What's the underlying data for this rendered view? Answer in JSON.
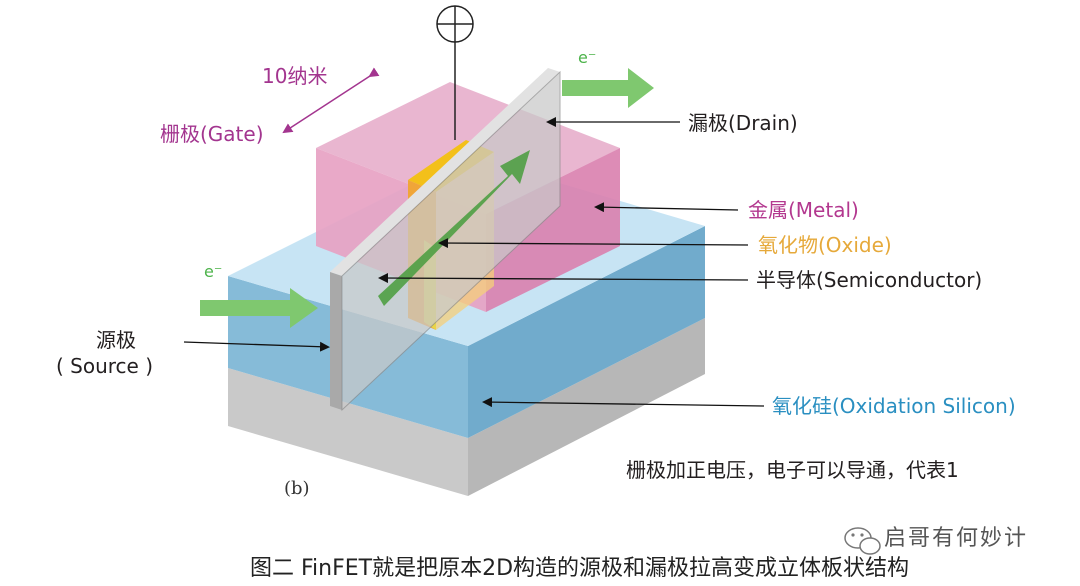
{
  "labels": {
    "gate_length": "10纳米",
    "gate": "栅极(Gate)",
    "drain": "漏极(Drain)",
    "electron_top": "e⁻",
    "electron_left": "e⁻",
    "metal": "金属(Metal)",
    "oxide": "氧化物(Oxide)",
    "semiconductor": "半导体(Semiconductor)",
    "source_cn": "源极",
    "source_en": "( Source )",
    "silicon_oxide": "氧化硅(Oxidation Silicon)",
    "figure_tag": "(b)",
    "note": "栅极加正电压，电子可以导通，代表1"
  },
  "watermark": "启哥有何妙计",
  "caption": "图二 FinFET就是把原本2D构造的源极和漏极拉高变成立体板状结构",
  "colors": {
    "gate_purple": "#a3358f",
    "metal_pink": "#e7a3c3",
    "oxide_yellow": "#f3c01a",
    "oxide_orange": "#f28a2c",
    "silicon_oxide_blue": "#a9d6ee",
    "substrate_gray": "#cfcfcf",
    "arrow_green": "#58b548",
    "fin_gray": "#c4c4c4"
  },
  "icons": [
    "plus-circle-icon",
    "wechat-icon"
  ]
}
